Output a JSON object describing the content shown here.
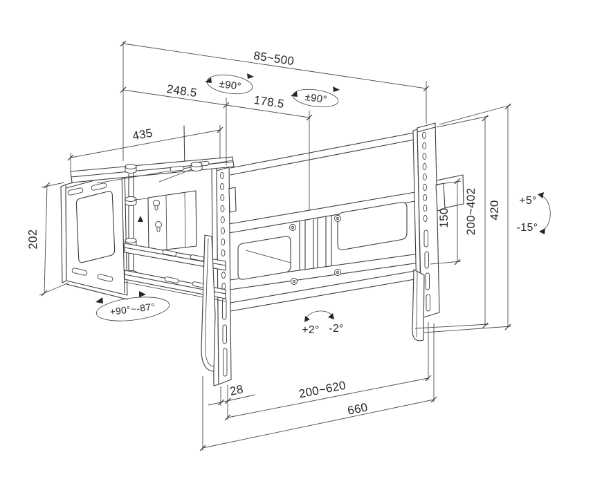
{
  "diagram": {
    "type": "technical-drawing",
    "subject": "full-motion articulating TV wall mount dimension drawing",
    "colors": {
      "line": "#3c3c3c",
      "dimension_line": "#4a4a4a",
      "text": "#262626",
      "background": "#ffffff"
    },
    "dimensions": {
      "extension": "85~500",
      "arm_front": "248.5",
      "arm_rear": "178.5",
      "top_arm_length": "435",
      "wall_plate_height": "202",
      "vesa_height_min": "150",
      "vesa_height_range": "200~402",
      "bracket_height": "420",
      "rail_offset": "28",
      "vesa_width_range": "200~620",
      "bracket_width": "660"
    },
    "angles": {
      "swivel_front": "±90°",
      "swivel_rear": "±90°",
      "arm_swivel_range": "+90°~-87°",
      "tilt_up": "+5°",
      "tilt_down": "-15°",
      "roll_plus": "+2°",
      "roll_minus": "-2°"
    }
  }
}
